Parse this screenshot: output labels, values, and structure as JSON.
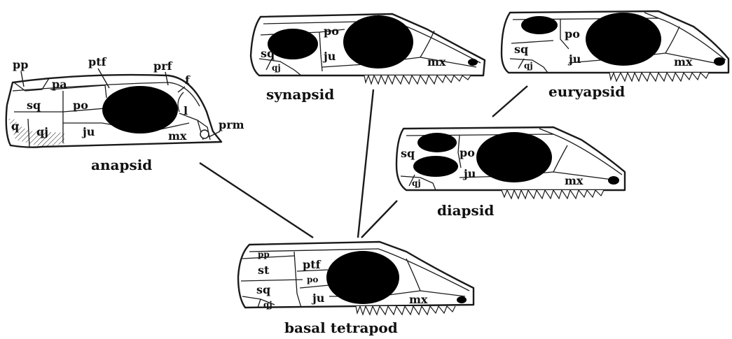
{
  "captions": {
    "anapsid": "anapsid",
    "synapsid": "synapsid",
    "euryapsid": "euryapsid",
    "diapsid": "diapsid",
    "basal": "basal tetrapod"
  },
  "bones": {
    "anapsid": {
      "pp": "pp",
      "pa": "pa",
      "ptf": "ptf",
      "prf": "prf",
      "f": "f",
      "sq": "sq",
      "po": "po",
      "l": "l",
      "q": "q",
      "qj": "qj",
      "ju": "ju",
      "mx": "mx",
      "prm": "prm"
    },
    "synapsid": {
      "po": "po",
      "sq": "sq",
      "ju": "ju",
      "qj": "qj",
      "mx": "mx"
    },
    "euryapsid": {
      "po": "po",
      "sq": "sq",
      "ju": "ju",
      "qj": "qj",
      "mx": "mx"
    },
    "diapsid": {
      "sq": "sq",
      "po": "po",
      "ju": "ju",
      "qj": "qj",
      "mx": "mx"
    },
    "basal": {
      "pp": "pp",
      "st": "st",
      "ptf": "ptf",
      "po": "po",
      "sq": "sq",
      "ju": "ju",
      "qj": "qj",
      "mx": "mx"
    }
  }
}
